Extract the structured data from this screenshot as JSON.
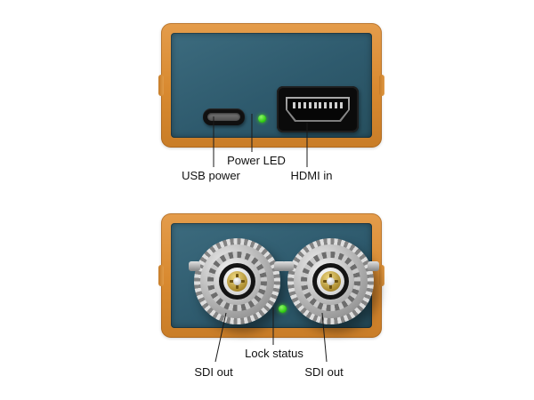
{
  "labels": {
    "usb_power": "USB power",
    "power_led": "Power LED",
    "hdmi_in": "HDMI in",
    "lock_status": "Lock status",
    "sdi_out_left": "SDI out",
    "sdi_out_right": "SDI out"
  },
  "icons": {
    "micro_usb_port": "micro-usb-port-icon",
    "power_led": "green-led-dot",
    "hdmi_port": "hdmi-port-icon",
    "bnc_left": "bnc-sdi-connector-icon",
    "lock_led": "green-led-dot",
    "bnc_right": "bnc-sdi-connector-icon"
  },
  "colors": {
    "case_orange": "#d8892f",
    "panel_teal": "#2e5a6d",
    "led_green": "#2ecb10",
    "bnc_brass": "#c3a045",
    "line_black": "#1a1a1a"
  }
}
